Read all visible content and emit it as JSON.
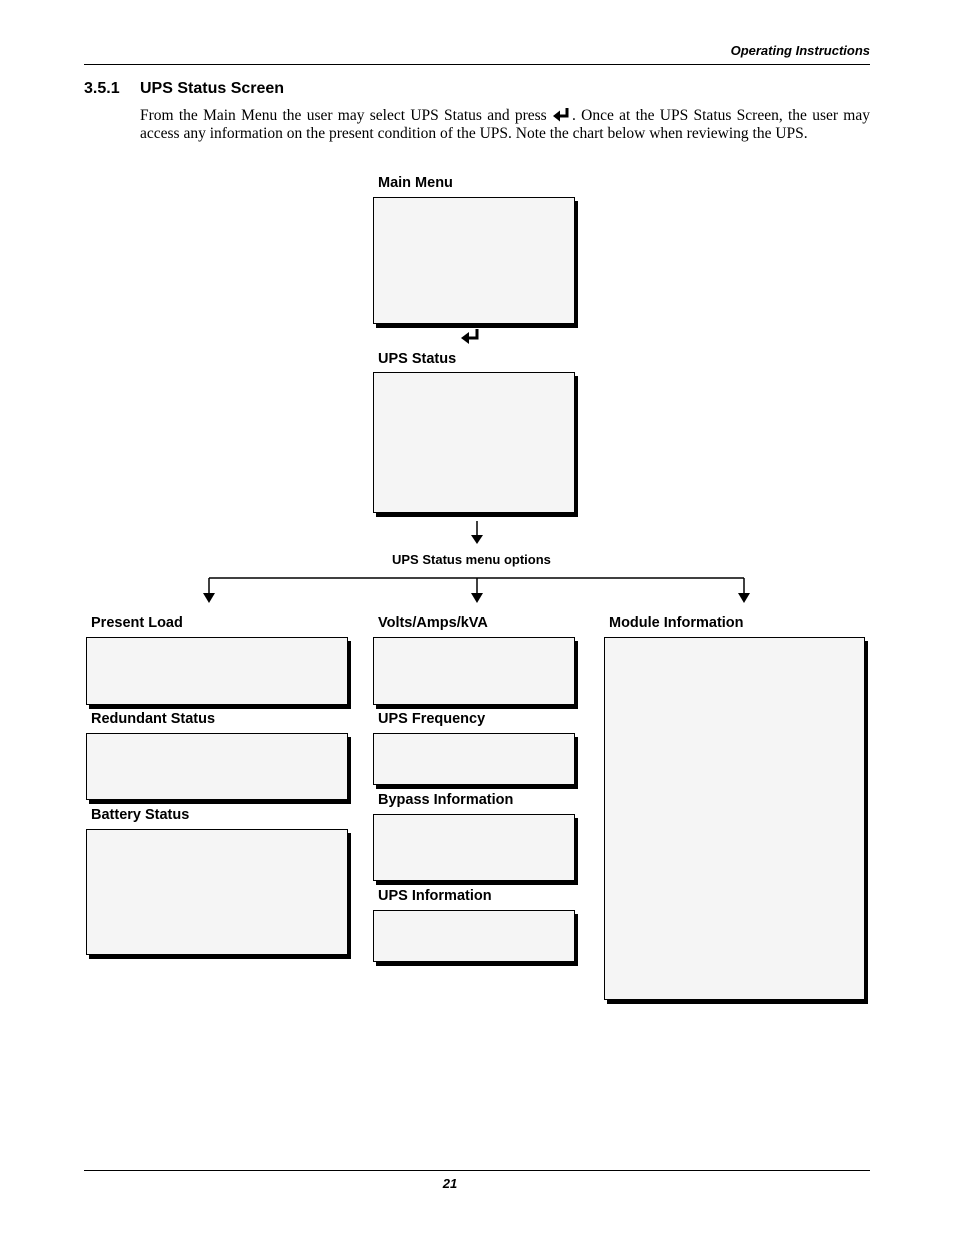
{
  "header": {
    "running_title": "Operating Instructions"
  },
  "section": {
    "number": "3.5.1",
    "title": "UPS Status Screen",
    "intro_before_icon": "From the Main Menu the user may select UPS Status and press ",
    "intro_after_icon": ". Once at the UPS Status Screen, the user may access any information on the present condition of the UPS. Note the chart below when reviewing the UPS."
  },
  "diagram": {
    "main_menu": "Main Menu",
    "ups_status": "UPS Status",
    "menu_options_caption": "UPS Status menu options",
    "left_column": [
      "Present Load",
      "Redundant Status",
      "Battery Status"
    ],
    "middle_column": [
      "Volts/Amps/kVA",
      "UPS Frequency",
      "Bypass Information",
      "UPS Information"
    ],
    "right_column": [
      "Module Information"
    ],
    "icons": {
      "enter_key": "enter-key-icon",
      "arrow": "down-arrow-icon"
    }
  },
  "footer": {
    "page_number": "21"
  }
}
